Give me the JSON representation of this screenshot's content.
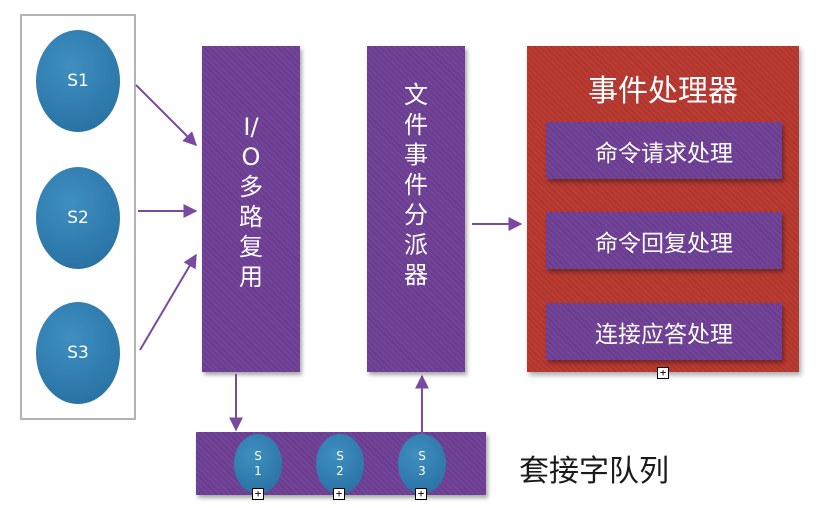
{
  "clients": [
    {
      "label": "S1"
    },
    {
      "label": "S2"
    },
    {
      "label": "S3"
    }
  ],
  "io_multiplexer": {
    "label": "I/O多路复用"
  },
  "file_event_dispatcher": {
    "label": "文件事件分派器"
  },
  "event_handler": {
    "title": "事件处理器",
    "items": [
      {
        "label": "命令请求处理"
      },
      {
        "label": "命令回复处理"
      },
      {
        "label": "连接应答处理"
      }
    ]
  },
  "socket_queue": {
    "label": "套接字队列",
    "items": [
      {
        "line1": "S",
        "line2": "1"
      },
      {
        "line1": "S",
        "line2": "2"
      },
      {
        "line1": "S",
        "line2": "3"
      }
    ]
  },
  "colors": {
    "purple": "#6e3f96",
    "red": "#b7372e",
    "blue": "#2c76a8",
    "arrow": "#7a4aa0"
  },
  "plus_symbol": "+"
}
